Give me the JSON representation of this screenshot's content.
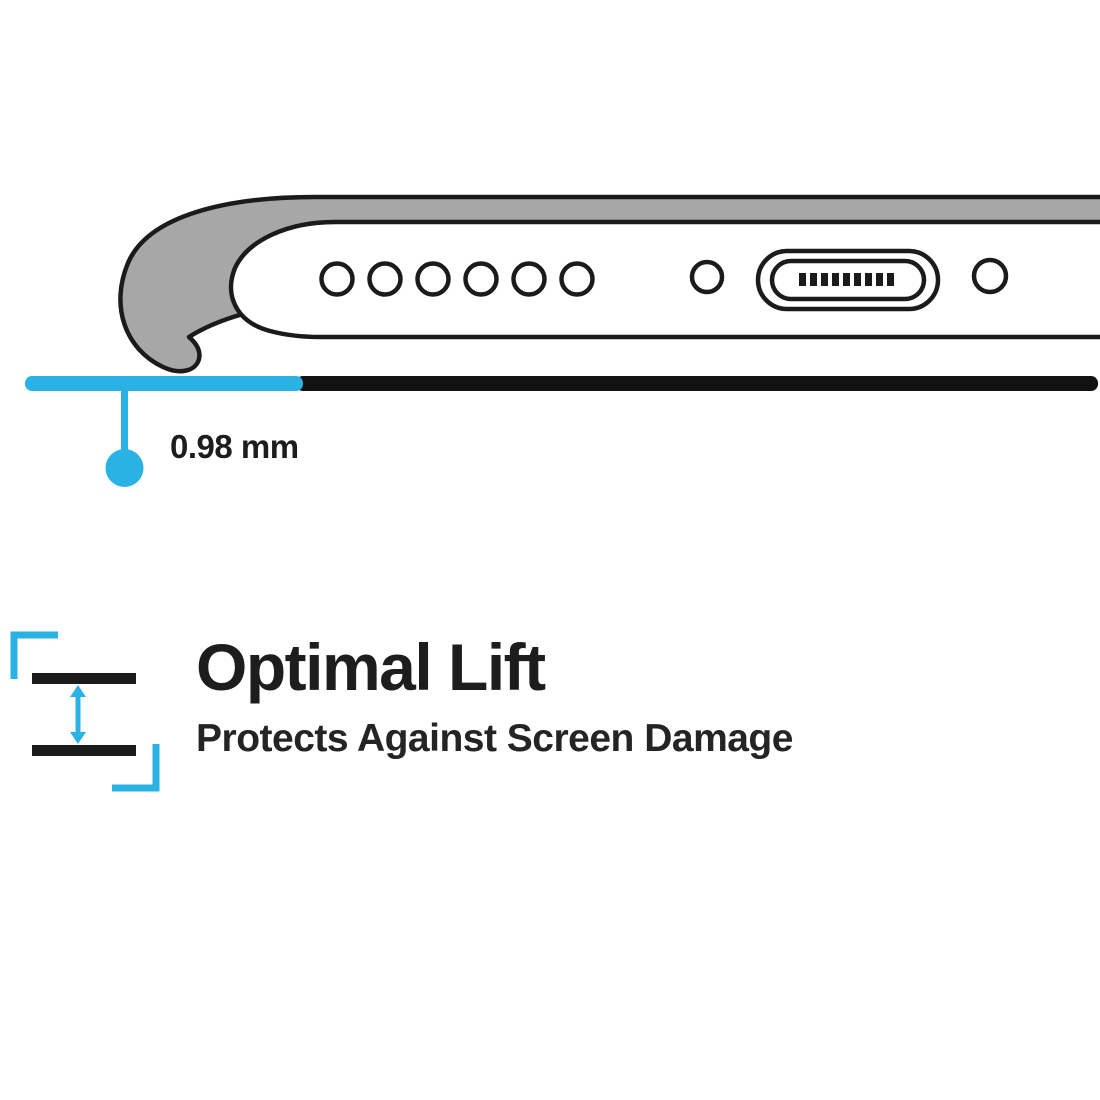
{
  "diagram": {
    "measurement": {
      "label": "0.98 mm"
    },
    "feature": {
      "title": "Optimal Lift",
      "subtitle": "Protects Against Screen Damage"
    },
    "colors": {
      "accent_cyan": "#2bb2e5",
      "case_gray": "#a7a7a7",
      "outline": "#1b1b1b",
      "surface_black": "#121212",
      "text_black": "#1d1d1d"
    },
    "icons": {
      "phone_illustration": "phone-bottom-edge-in-case-icon",
      "lift_gap": "lift-gap-double-arrow-icon"
    }
  }
}
